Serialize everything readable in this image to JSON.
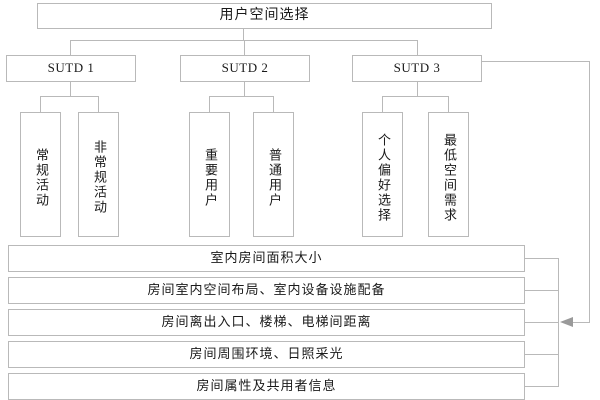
{
  "diagram": {
    "title_box": {
      "label": "用户空间选择"
    },
    "level2": [
      {
        "label": "SUTD 1"
      },
      {
        "label": "SUTD 2"
      },
      {
        "label": "SUTD 3"
      }
    ],
    "level3": [
      {
        "label": "常规活动",
        "parent": "SUTD 1"
      },
      {
        "label": "非常规活动",
        "parent": "SUTD 1"
      },
      {
        "label": "重要用户",
        "parent": "SUTD 2"
      },
      {
        "label": "普通用户",
        "parent": "SUTD 2"
      },
      {
        "label": "个人偏好选择",
        "parent": "SUTD 3"
      },
      {
        "label": "最低空间需求",
        "parent": "SUTD 3"
      }
    ],
    "attributes": [
      {
        "label": "室内房间面积大小"
      },
      {
        "label": "房间室内空间布局、室内设备设施配备"
      },
      {
        "label": "房间离出入口、楼梯、电梯间距离"
      },
      {
        "label": "房间周围环境、日照采光"
      },
      {
        "label": "房间属性及共用者信息"
      }
    ],
    "colors": {
      "border": "#b9b9b9",
      "connector": "#b9b9b9",
      "arrow": "#9a9a9a",
      "background": "#ffffff",
      "text": "#1a1a1a"
    }
  }
}
